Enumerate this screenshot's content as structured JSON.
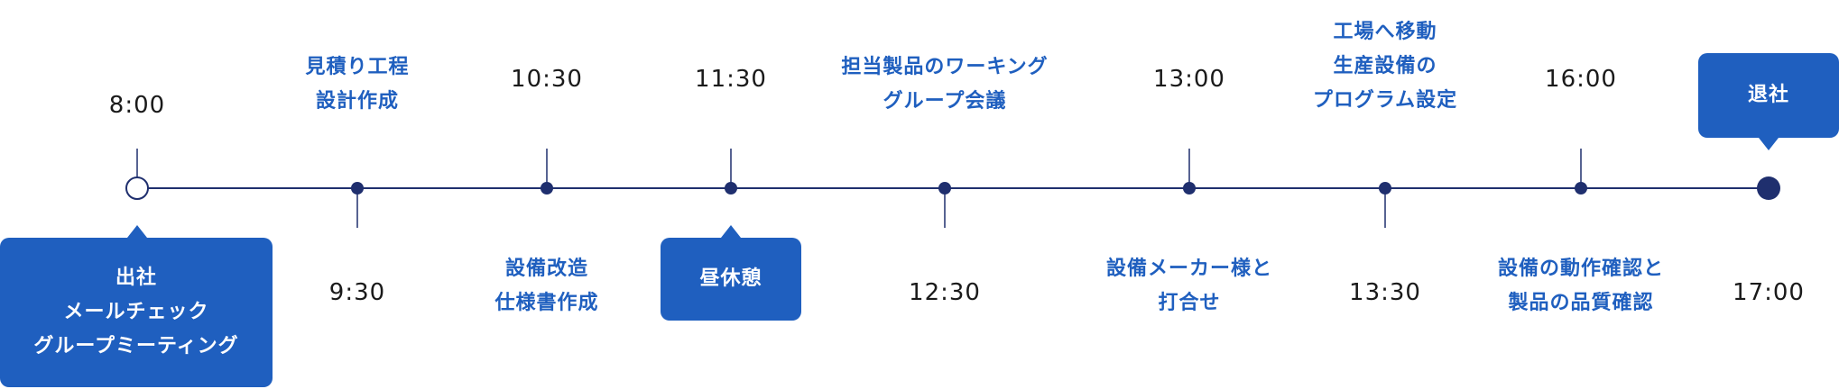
{
  "colors": {
    "line": "#1f2f6e",
    "accent": "#1f5fbf",
    "text": "#1a1a1a"
  },
  "times": {
    "t0800": "8:00",
    "t0930": "9:30",
    "t1030": "10:30",
    "t1130": "11:30",
    "t1230": "12:30",
    "t1300": "13:00",
    "t1330": "13:30",
    "t1600": "16:00",
    "t1700": "17:00"
  },
  "tasks": {
    "arrival": "出社\nメールチェック\nグループミーティング",
    "estimate": "見積り工程\n設計作成",
    "equipment_mod": "設備改造\n仕様書作成",
    "lunch": "昼休憩",
    "wg_meeting": "担当製品のワーキング\nグループ会議",
    "maker_meeting": "設備メーカー様と\n打合せ",
    "factory": "工場へ移動\n生産設備の\nプログラム設定",
    "check": "設備の動作確認と\n製品の品質確認",
    "leave": "退社"
  }
}
